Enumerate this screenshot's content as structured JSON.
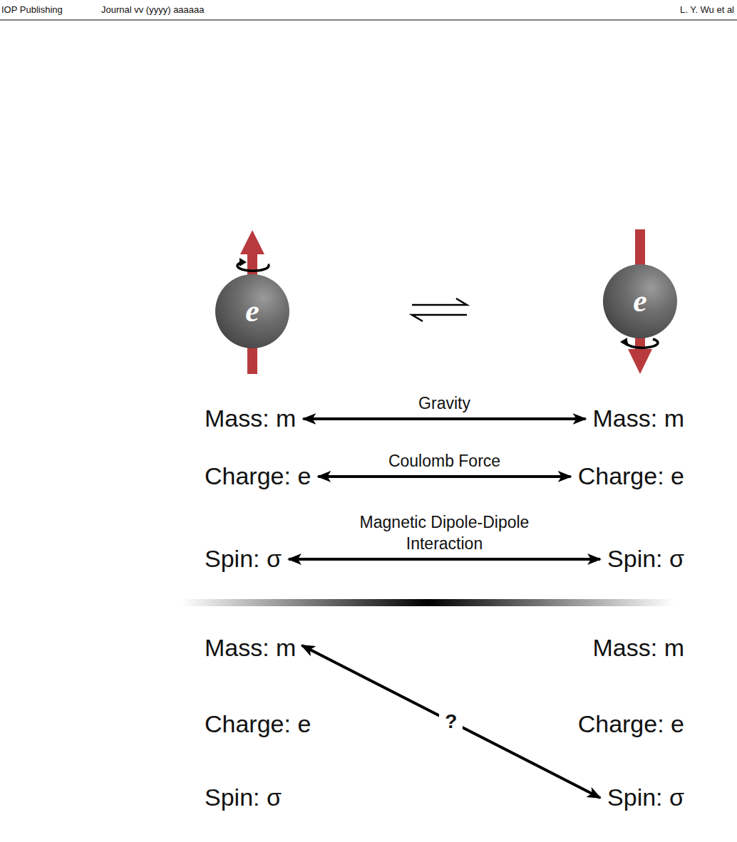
{
  "diagram": {
    "nodes": [
      {
        "text": [
          "e"
        ]
      },
      {
        "text": [
          "e"
        ]
      },
      {
        "text": [
          "Mass: m"
        ]
      },
      {
        "text": [
          "Mass: m"
        ]
      },
      {
        "text": [
          "Charge: e"
        ]
      },
      {
        "text": [
          "Charge: e"
        ]
      },
      {
        "text": [
          "Spin: σ"
        ]
      },
      {
        "text": [
          "Spin: σ"
        ]
      },
      {
        "text": [
          "Mass: m"
        ]
      },
      {
        "text": [
          "Mass: m"
        ]
      },
      {
        "text": [
          "Charge: e"
        ]
      },
      {
        "text": [
          "Charge: e"
        ]
      },
      {
        "text": [
          "Spin: σ"
        ]
      },
      {
        "text": [
          "Spin: σ"
        ]
      }
    ],
    "edges": [
      {
        "from": 2,
        "to": 3,
        "arrow": "both",
        "label": "Gravity"
      },
      {
        "from": 4,
        "to": 5,
        "arrow": "both",
        "label": "Coulomb Force"
      },
      {
        "from": 6,
        "to": 7,
        "arrow": "both",
        "label": "Magnetic Dipole-Dipole Interaction"
      },
      {
        "from": 8,
        "to": 13,
        "arrow": "both",
        "label": "?"
      }
    ],
    "labels": [
      "IOP Publishing",
      "Journal vv (yyyy) aaaaaa",
      "L. Y. Wu et al"
    ]
  }
}
